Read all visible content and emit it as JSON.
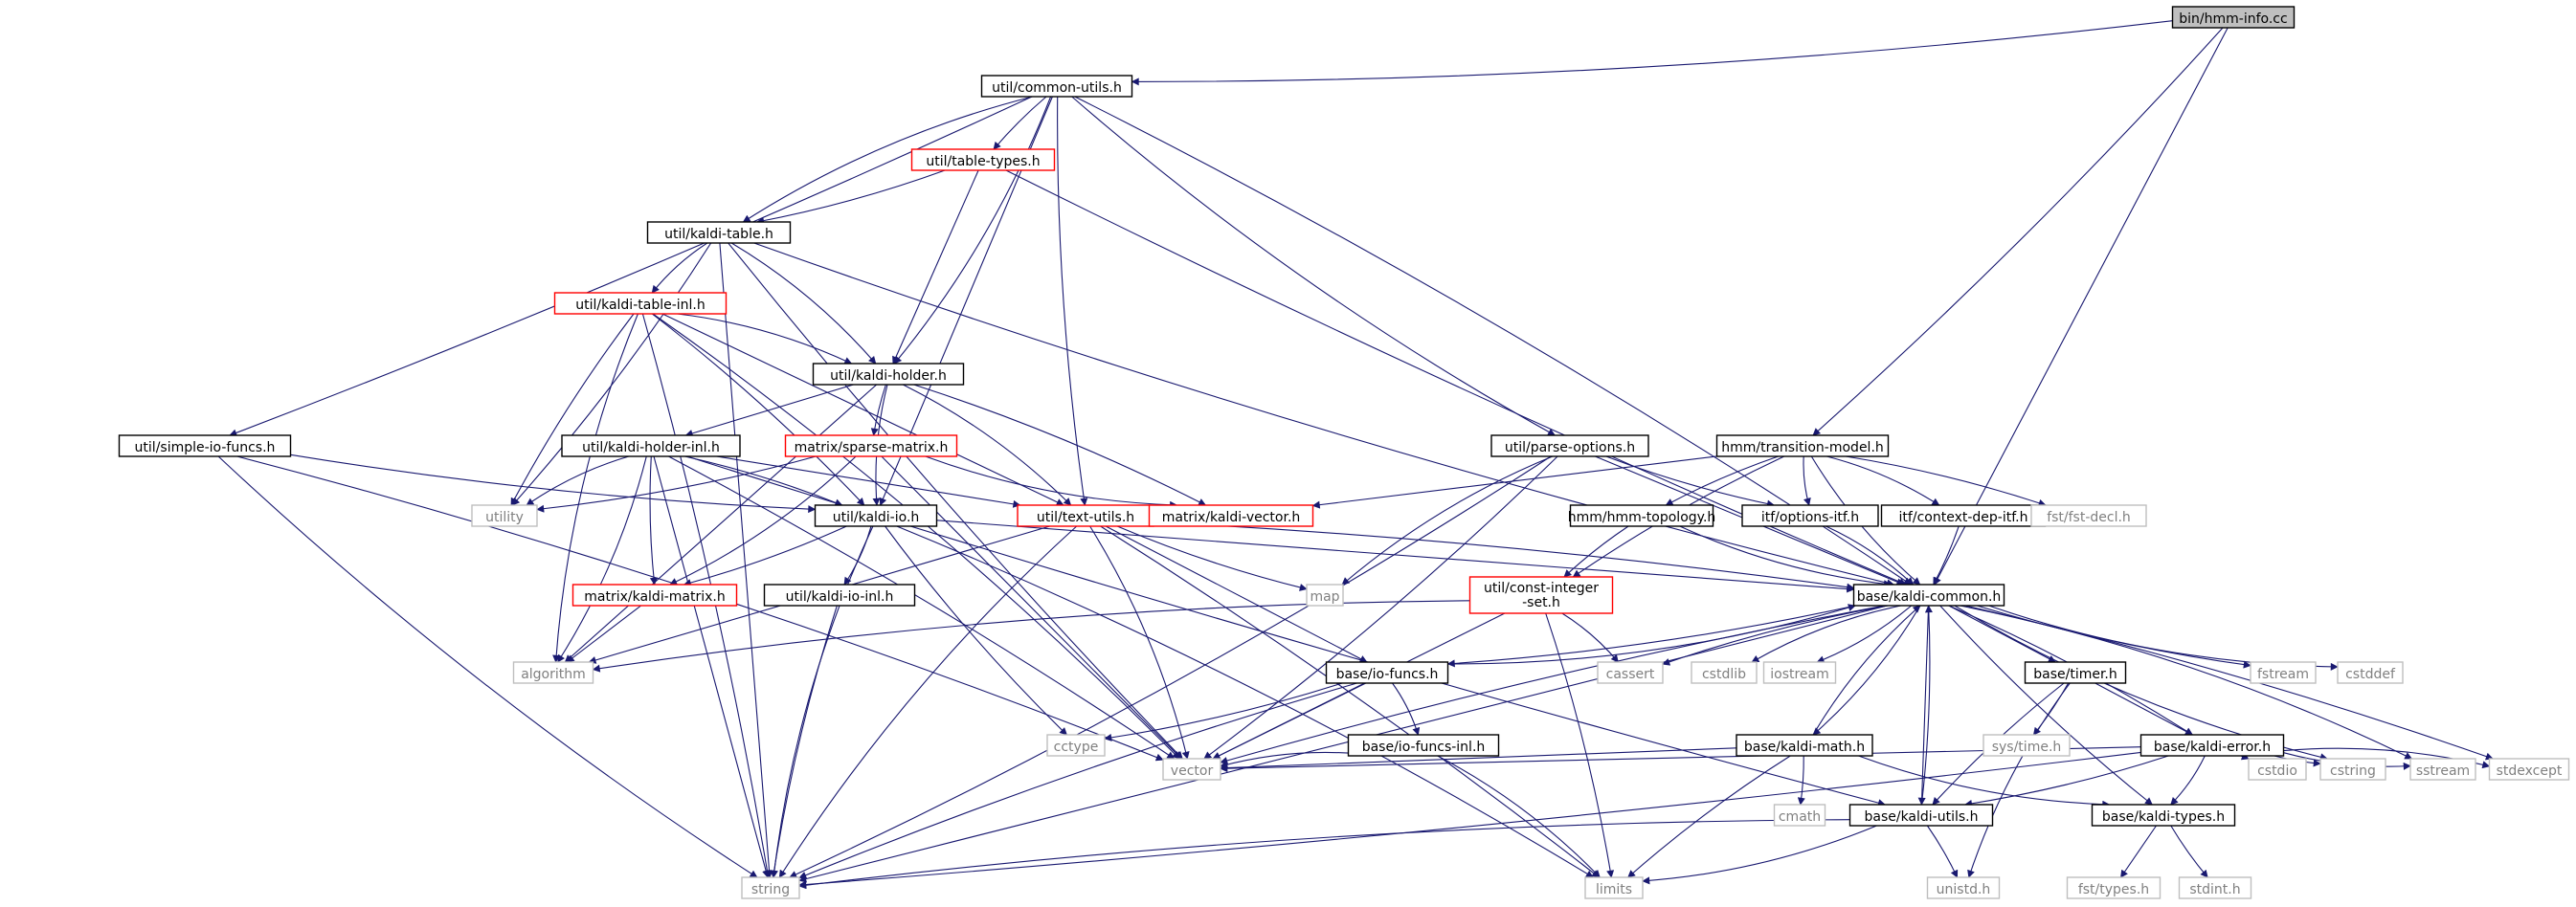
{
  "nodes": [
    {
      "id": "hmm_info",
      "label": "bin/hmm-info.cc",
      "style": "root"
    },
    {
      "id": "common_utils",
      "label": "util/common-utils.h",
      "style": "doc"
    },
    {
      "id": "table_types",
      "label": "util/table-types.h",
      "style": "trunc"
    },
    {
      "id": "kaldi_table",
      "label": "util/kaldi-table.h",
      "style": "doc"
    },
    {
      "id": "kaldi_table_inl",
      "label": "util/kaldi-table-inl.h",
      "style": "trunc"
    },
    {
      "id": "kaldi_holder",
      "label": "util/kaldi-holder.h",
      "style": "doc"
    },
    {
      "id": "simple_io",
      "label": "util/simple-io-funcs.h",
      "style": "doc"
    },
    {
      "id": "kaldi_holder_inl",
      "label": "util/kaldi-holder-inl.h",
      "style": "doc"
    },
    {
      "id": "sparse_matrix",
      "label": "matrix/sparse-matrix.h",
      "style": "trunc"
    },
    {
      "id": "parse_options",
      "label": "util/parse-options.h",
      "style": "doc"
    },
    {
      "id": "transition_model",
      "label": "hmm/transition-model.h",
      "style": "doc"
    },
    {
      "id": "utility",
      "label": "utility",
      "style": "ext"
    },
    {
      "id": "kaldi_io",
      "label": "util/kaldi-io.h",
      "style": "doc"
    },
    {
      "id": "text_utils",
      "label": "util/text-utils.h",
      "style": "trunc"
    },
    {
      "id": "kaldi_vector",
      "label": "matrix/kaldi-vector.h",
      "style": "trunc"
    },
    {
      "id": "hmm_topology",
      "label": "hmm/hmm-topology.h",
      "style": "doc"
    },
    {
      "id": "options_itf",
      "label": "itf/options-itf.h",
      "style": "doc"
    },
    {
      "id": "context_dep_itf",
      "label": "itf/context-dep-itf.h",
      "style": "doc"
    },
    {
      "id": "fst_decl",
      "label": "fst/fst-decl.h",
      "style": "ext"
    },
    {
      "id": "map",
      "label": "map",
      "style": "ext"
    },
    {
      "id": "kaldi_matrix",
      "label": "matrix/kaldi-matrix.h",
      "style": "trunc"
    },
    {
      "id": "kaldi_io_inl",
      "label": "util/kaldi-io-inl.h",
      "style": "doc"
    },
    {
      "id": "const_integer_set",
      "label": [
        "util/const-integer",
        "-set.h"
      ],
      "style": "trunc"
    },
    {
      "id": "kaldi_common",
      "label": "base/kaldi-common.h",
      "style": "doc"
    },
    {
      "id": "algorithm",
      "label": "algorithm",
      "style": "ext"
    },
    {
      "id": "cassert",
      "label": "cassert",
      "style": "ext"
    },
    {
      "id": "cstdlib",
      "label": "cstdlib",
      "style": "ext"
    },
    {
      "id": "iostream",
      "label": "iostream",
      "style": "ext"
    },
    {
      "id": "io_funcs",
      "label": "base/io-funcs.h",
      "style": "doc"
    },
    {
      "id": "timer",
      "label": "base/timer.h",
      "style": "doc"
    },
    {
      "id": "fstream",
      "label": "fstream",
      "style": "ext"
    },
    {
      "id": "cstddef",
      "label": "cstddef",
      "style": "ext"
    },
    {
      "id": "sys_time",
      "label": "sys/time.h",
      "style": "ext"
    },
    {
      "id": "cctype",
      "label": "cctype",
      "style": "ext"
    },
    {
      "id": "io_funcs_inl",
      "label": "base/io-funcs-inl.h",
      "style": "doc"
    },
    {
      "id": "kaldi_math",
      "label": "base/kaldi-math.h",
      "style": "doc"
    },
    {
      "id": "kaldi_error",
      "label": "base/kaldi-error.h",
      "style": "doc"
    },
    {
      "id": "vector",
      "label": "vector",
      "style": "ext"
    },
    {
      "id": "kaldi_utils",
      "label": "base/kaldi-utils.h",
      "style": "doc"
    },
    {
      "id": "kaldi_types",
      "label": "base/kaldi-types.h",
      "style": "doc"
    },
    {
      "id": "cmath",
      "label": "cmath",
      "style": "ext"
    },
    {
      "id": "cstdio",
      "label": "cstdio",
      "style": "ext"
    },
    {
      "id": "cstring",
      "label": "cstring",
      "style": "ext"
    },
    {
      "id": "sstream",
      "label": "sstream",
      "style": "ext"
    },
    {
      "id": "stdexcept",
      "label": "stdexcept",
      "style": "ext"
    },
    {
      "id": "string",
      "label": "string",
      "style": "ext"
    },
    {
      "id": "limits",
      "label": "limits",
      "style": "ext"
    },
    {
      "id": "unistd",
      "label": "unistd.h",
      "style": "ext"
    },
    {
      "id": "fst_types",
      "label": "fst/types.h",
      "style": "ext"
    },
    {
      "id": "stdint",
      "label": "stdint.h",
      "style": "ext"
    }
  ],
  "edges": [
    [
      "hmm_info",
      "common_utils"
    ],
    [
      "hmm_info",
      "transition_model"
    ],
    [
      "hmm_info",
      "kaldi_common"
    ],
    [
      "common_utils",
      "table_types"
    ],
    [
      "common_utils",
      "kaldi_table"
    ],
    [
      "common_utils",
      "kaldi_holder"
    ],
    [
      "common_utils",
      "simple_io"
    ],
    [
      "common_utils",
      "kaldi_io"
    ],
    [
      "common_utils",
      "text_utils"
    ],
    [
      "common_utils",
      "parse_options"
    ],
    [
      "common_utils",
      "kaldi_common"
    ],
    [
      "table_types",
      "kaldi_table"
    ],
    [
      "table_types",
      "kaldi_holder"
    ],
    [
      "table_types",
      "kaldi_common"
    ],
    [
      "kaldi_table",
      "kaldi_table_inl"
    ],
    [
      "kaldi_table",
      "kaldi_holder"
    ],
    [
      "kaldi_table",
      "utility"
    ],
    [
      "kaldi_table",
      "string"
    ],
    [
      "kaldi_table",
      "vector"
    ],
    [
      "kaldi_table",
      "kaldi_common"
    ],
    [
      "kaldi_table_inl",
      "kaldi_holder"
    ],
    [
      "kaldi_table_inl",
      "kaldi_io"
    ],
    [
      "kaldi_table_inl",
      "text_utils"
    ],
    [
      "kaldi_table_inl",
      "utility"
    ],
    [
      "kaldi_table_inl",
      "algorithm"
    ],
    [
      "kaldi_table_inl",
      "vector"
    ],
    [
      "kaldi_table_inl",
      "string"
    ],
    [
      "kaldi_holder",
      "kaldi_holder_inl"
    ],
    [
      "kaldi_holder",
      "sparse_matrix"
    ],
    [
      "kaldi_holder",
      "kaldi_io"
    ],
    [
      "kaldi_holder",
      "text_utils"
    ],
    [
      "kaldi_holder",
      "kaldi_vector"
    ],
    [
      "kaldi_holder",
      "algorithm"
    ],
    [
      "simple_io",
      "kaldi_io"
    ],
    [
      "simple_io",
      "string"
    ],
    [
      "simple_io",
      "vector"
    ],
    [
      "kaldi_holder_inl",
      "kaldi_io"
    ],
    [
      "kaldi_holder_inl",
      "text_utils"
    ],
    [
      "kaldi_holder_inl",
      "kaldi_matrix"
    ],
    [
      "kaldi_holder_inl",
      "utility"
    ],
    [
      "kaldi_holder_inl",
      "algorithm"
    ],
    [
      "kaldi_holder_inl",
      "vector"
    ],
    [
      "kaldi_holder_inl",
      "string"
    ],
    [
      "kaldi_holder_inl",
      "kaldi_utils"
    ],
    [
      "sparse_matrix",
      "kaldi_vector"
    ],
    [
      "sparse_matrix",
      "kaldi_matrix"
    ],
    [
      "sparse_matrix",
      "utility"
    ],
    [
      "sparse_matrix",
      "vector"
    ],
    [
      "parse_options",
      "options_itf"
    ],
    [
      "parse_options",
      "map"
    ],
    [
      "parse_options",
      "string"
    ],
    [
      "parse_options",
      "vector"
    ],
    [
      "parse_options",
      "kaldi_common"
    ],
    [
      "transition_model",
      "hmm_topology"
    ],
    [
      "transition_model",
      "options_itf"
    ],
    [
      "transition_model",
      "context_dep_itf"
    ],
    [
      "transition_model",
      "fst_decl"
    ],
    [
      "transition_model",
      "kaldi_vector"
    ],
    [
      "transition_model",
      "const_integer_set"
    ],
    [
      "transition_model",
      "kaldi_common"
    ],
    [
      "kaldi_io",
      "kaldi_io_inl"
    ],
    [
      "kaldi_io",
      "kaldi_matrix"
    ],
    [
      "kaldi_io",
      "kaldi_common"
    ],
    [
      "kaldi_io",
      "cctype"
    ],
    [
      "kaldi_io",
      "string"
    ],
    [
      "kaldi_io",
      "limits"
    ],
    [
      "text_utils",
      "kaldi_common"
    ],
    [
      "text_utils",
      "algorithm"
    ],
    [
      "text_utils",
      "map"
    ],
    [
      "text_utils",
      "string"
    ],
    [
      "text_utils",
      "vector"
    ],
    [
      "text_utils",
      "limits"
    ],
    [
      "text_utils",
      "io_funcs"
    ],
    [
      "hmm_topology",
      "const_integer_set"
    ],
    [
      "hmm_topology",
      "kaldi_common"
    ],
    [
      "options_itf",
      "kaldi_common"
    ],
    [
      "context_dep_itf",
      "kaldi_common"
    ],
    [
      "kaldi_matrix",
      "algorithm"
    ],
    [
      "kaldi_io_inl",
      "string"
    ],
    [
      "const_integer_set",
      "algorithm"
    ],
    [
      "const_integer_set",
      "cassert"
    ],
    [
      "const_integer_set",
      "limits"
    ],
    [
      "const_integer_set",
      "vector"
    ],
    [
      "kaldi_common",
      "cassert"
    ],
    [
      "kaldi_common",
      "cstdlib"
    ],
    [
      "kaldi_common",
      "iostream"
    ],
    [
      "kaldi_common",
      "io_funcs"
    ],
    [
      "kaldi_common",
      "timer"
    ],
    [
      "kaldi_common",
      "fstream"
    ],
    [
      "kaldi_common",
      "cstddef"
    ],
    [
      "kaldi_common",
      "kaldi_math"
    ],
    [
      "kaldi_common",
      "kaldi_error"
    ],
    [
      "kaldi_common",
      "kaldi_utils"
    ],
    [
      "kaldi_common",
      "kaldi_types"
    ],
    [
      "kaldi_common",
      "cstring"
    ],
    [
      "kaldi_common",
      "sstream"
    ],
    [
      "kaldi_common",
      "stdexcept"
    ],
    [
      "kaldi_common",
      "string"
    ],
    [
      "kaldi_common",
      "vector"
    ],
    [
      "io_funcs",
      "kaldi_common"
    ],
    [
      "io_funcs",
      "io_funcs_inl"
    ],
    [
      "io_funcs",
      "cctype"
    ],
    [
      "io_funcs",
      "vector"
    ],
    [
      "io_funcs",
      "string"
    ],
    [
      "io_funcs_inl",
      "vector"
    ],
    [
      "io_funcs_inl",
      "limits"
    ],
    [
      "timer",
      "sys_time"
    ],
    [
      "timer",
      "kaldi_error"
    ],
    [
      "timer",
      "kaldi_utils"
    ],
    [
      "timer",
      "unistd"
    ],
    [
      "kaldi_math",
      "kaldi_common"
    ],
    [
      "kaldi_math",
      "cmath"
    ],
    [
      "kaldi_math",
      "vector"
    ],
    [
      "kaldi_math",
      "limits"
    ],
    [
      "kaldi_math",
      "kaldi_types"
    ],
    [
      "kaldi_error",
      "kaldi_types"
    ],
    [
      "kaldi_error",
      "kaldi_utils"
    ],
    [
      "kaldi_error",
      "cstdio"
    ],
    [
      "kaldi_error",
      "cstring"
    ],
    [
      "kaldi_error",
      "sstream"
    ],
    [
      "kaldi_error",
      "stdexcept"
    ],
    [
      "kaldi_error",
      "string"
    ],
    [
      "kaldi_error",
      "vector"
    ],
    [
      "kaldi_utils",
      "kaldi_common"
    ],
    [
      "kaldi_utils",
      "string"
    ],
    [
      "kaldi_utils",
      "limits"
    ],
    [
      "kaldi_utils",
      "unistd"
    ],
    [
      "kaldi_types",
      "fst_types"
    ],
    [
      "kaldi_types",
      "stdint"
    ]
  ]
}
